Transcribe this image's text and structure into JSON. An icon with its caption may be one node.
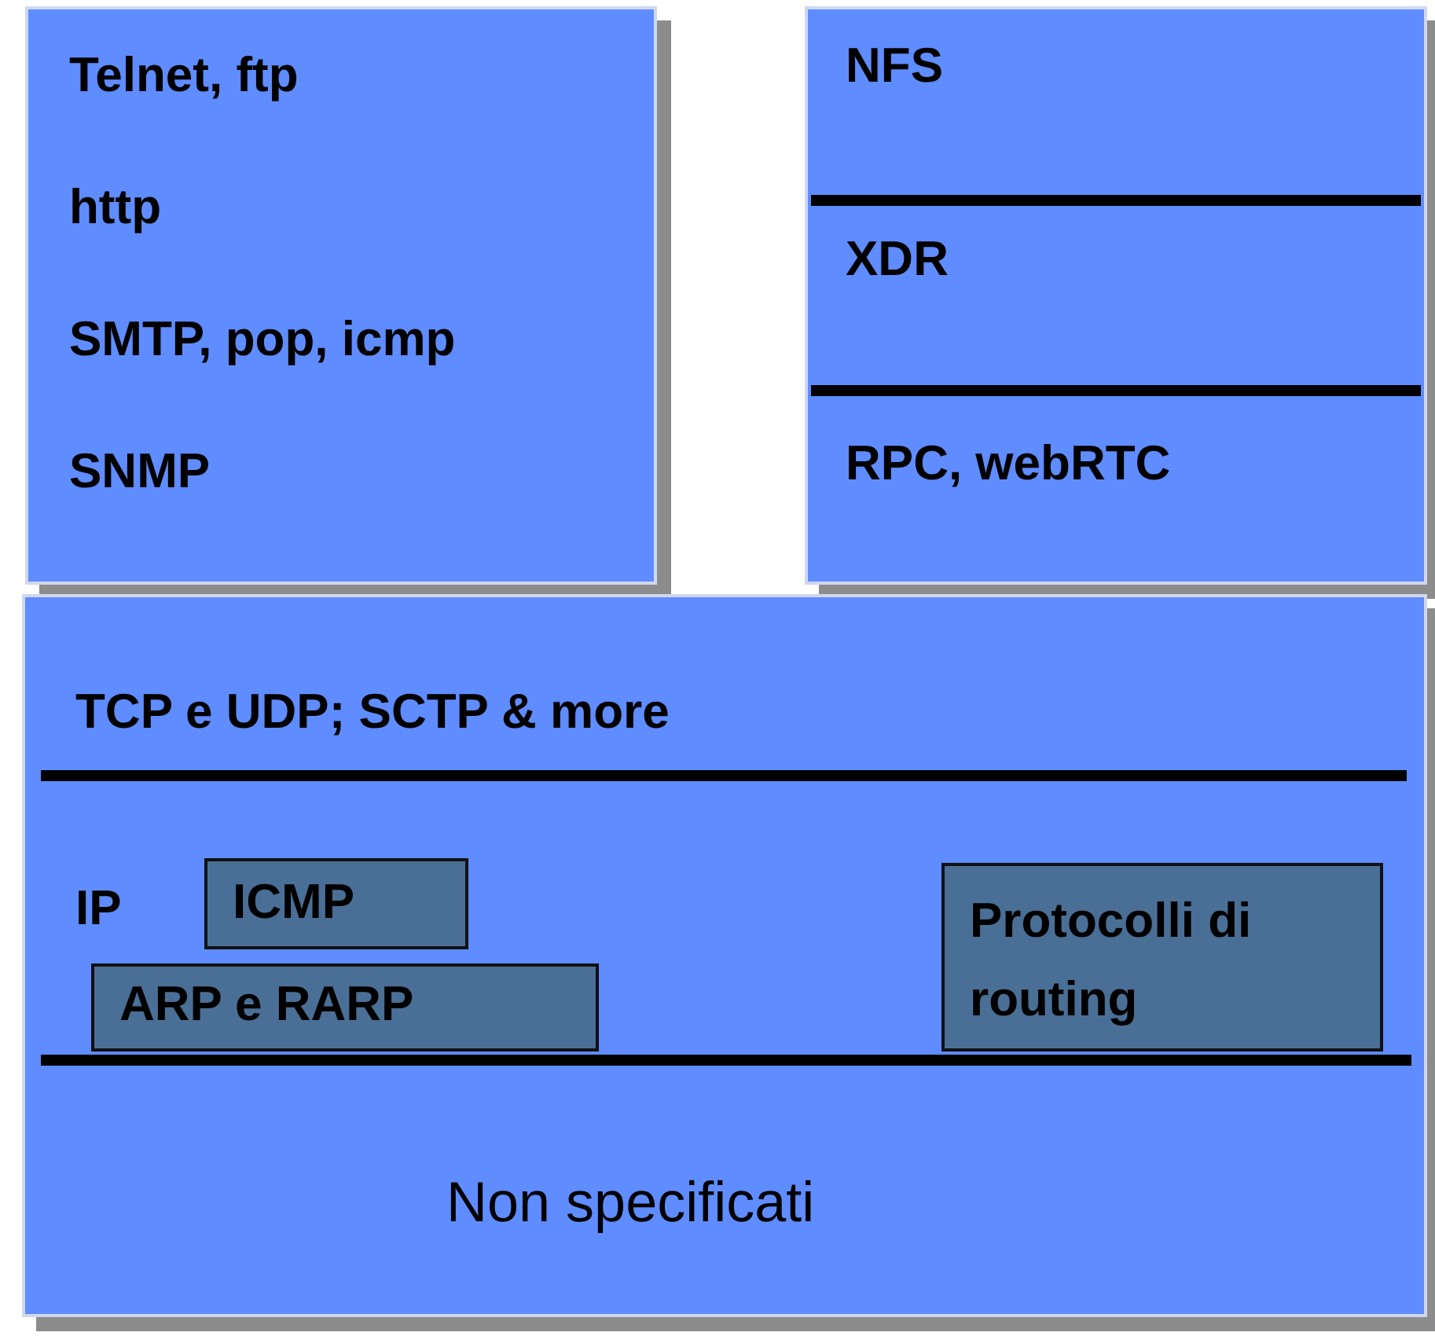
{
  "diagram": {
    "nodes": [
      {
        "text": [
          "Telnet, ftp",
          "http",
          "SMTP, pop, icmp",
          "SNMP"
        ]
      },
      {
        "text": [
          "NFS",
          "XDR",
          "RPC, webRTC"
        ]
      },
      {
        "text": [
          "TCP e UDP; SCTP & more",
          "IP",
          "Non specificati"
        ]
      },
      {
        "text": [
          "ICMP"
        ],
        "in": 2
      },
      {
        "text": [
          "ARP e RARP"
        ],
        "in": 2
      },
      {
        "text": [
          "Protocolli di routing"
        ],
        "in": 2
      }
    ]
  }
}
